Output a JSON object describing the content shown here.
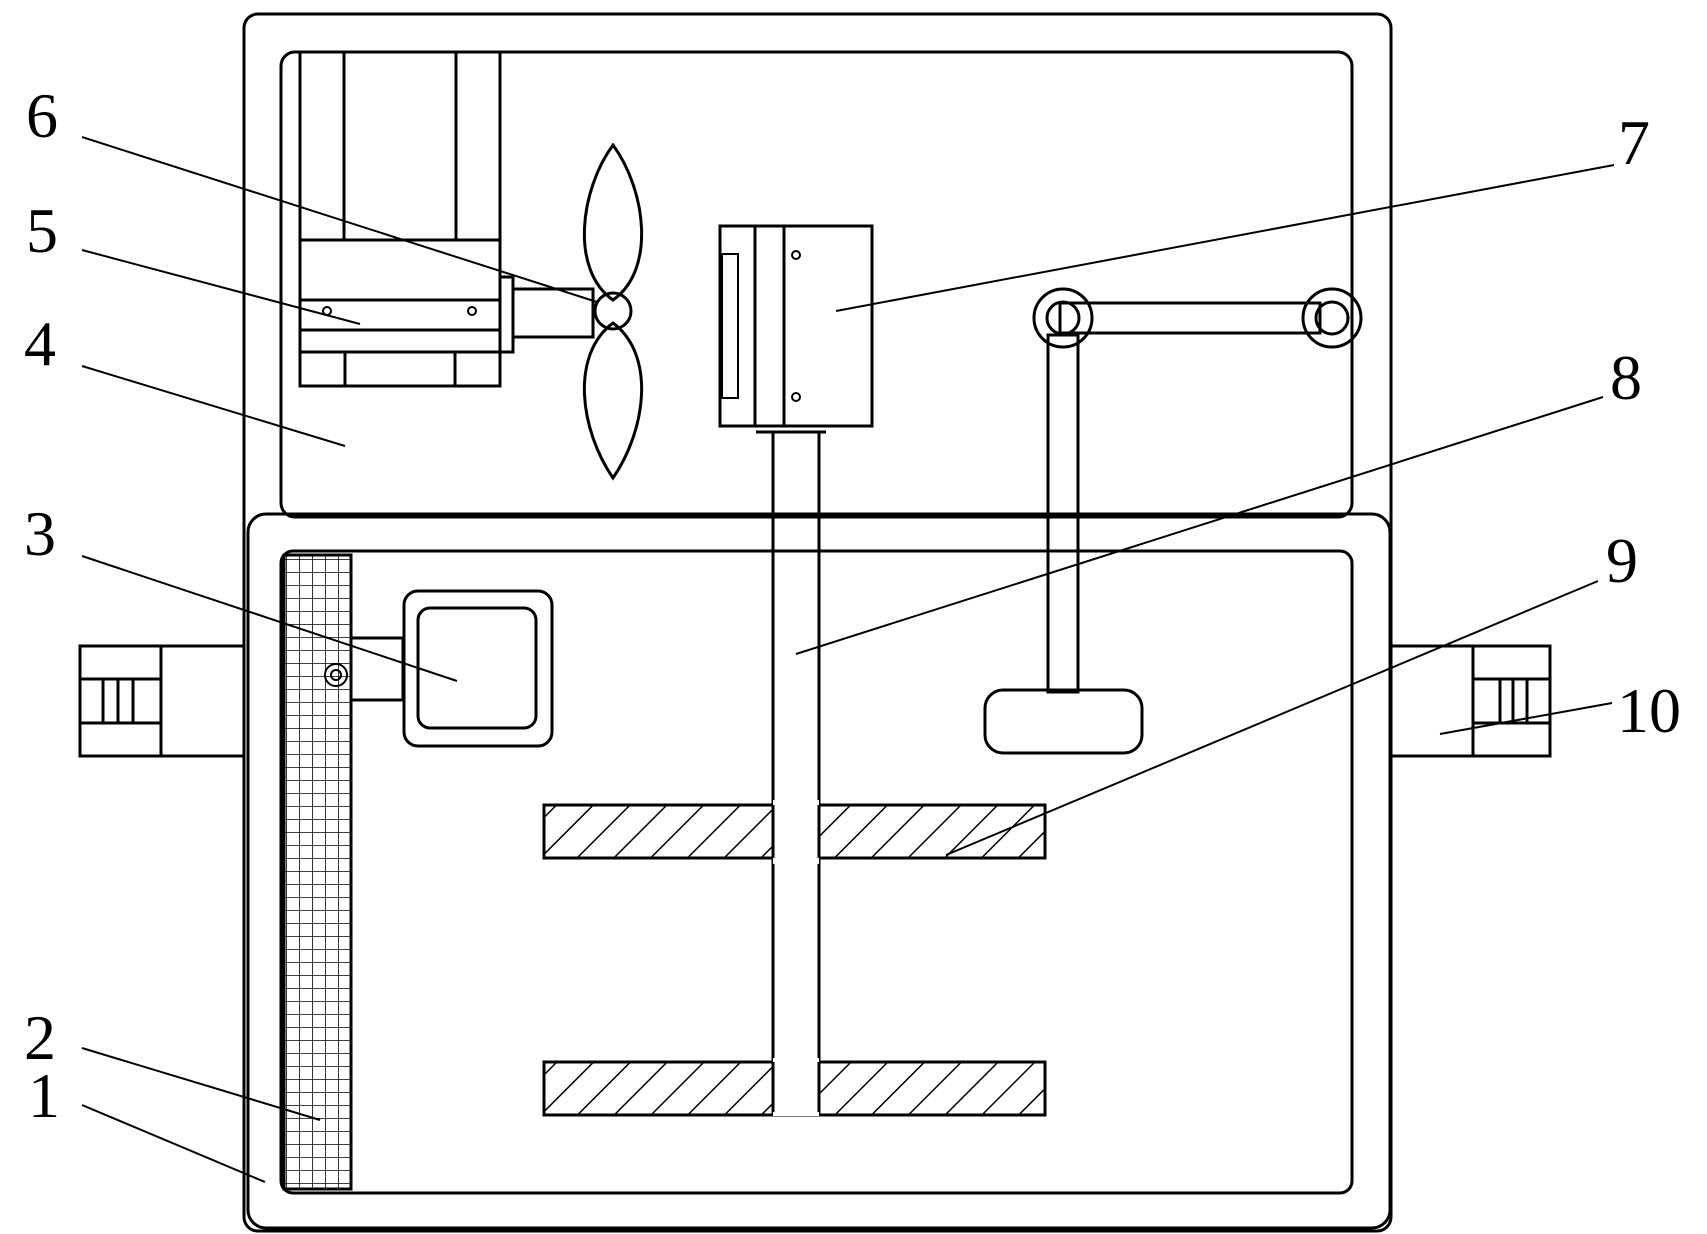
{
  "labels": [
    "1",
    "2",
    "3",
    "4",
    "5",
    "6",
    "7",
    "8",
    "9",
    "10"
  ],
  "colors": {
    "ink": "#000000",
    "background": "#ffffff"
  }
}
